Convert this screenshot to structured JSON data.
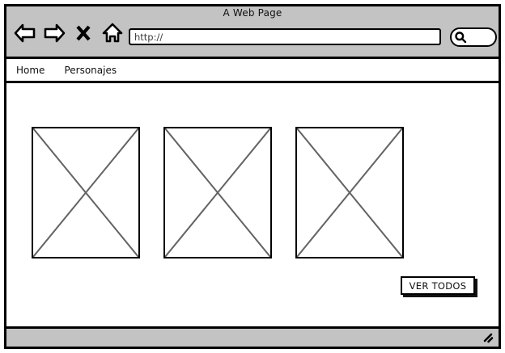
{
  "window": {
    "title": "A Web Page"
  },
  "chrome": {
    "buttons": [
      {
        "name": "back-arrow-icon",
        "label": "Back"
      },
      {
        "name": "forward-arrow-icon",
        "label": "Forward"
      },
      {
        "name": "stop-x-icon",
        "label": "Stop"
      },
      {
        "name": "home-icon",
        "label": "Home"
      }
    ],
    "url_field": {
      "value": "http://",
      "placeholder": "http://"
    },
    "search_field": {
      "value": "",
      "placeholder": "",
      "icon": "search-icon"
    }
  },
  "site_nav": {
    "items": [
      {
        "label": "Home"
      },
      {
        "label": "Personajes"
      }
    ]
  },
  "content": {
    "thumbnails": [
      {
        "alt": "image-placeholder-1"
      },
      {
        "alt": "image-placeholder-2"
      },
      {
        "alt": "image-placeholder-3"
      }
    ],
    "ver_todos_label": "VER TODOS"
  },
  "footer": {
    "resize_grip": "resize-grip-icon"
  },
  "colors": {
    "chrome_gray": "#c3c3c3",
    "outline_black": "#000000",
    "page_white": "#ffffff",
    "placeholder_gray": "#3c3c3c",
    "thumb_cross_gray": "#636363"
  }
}
